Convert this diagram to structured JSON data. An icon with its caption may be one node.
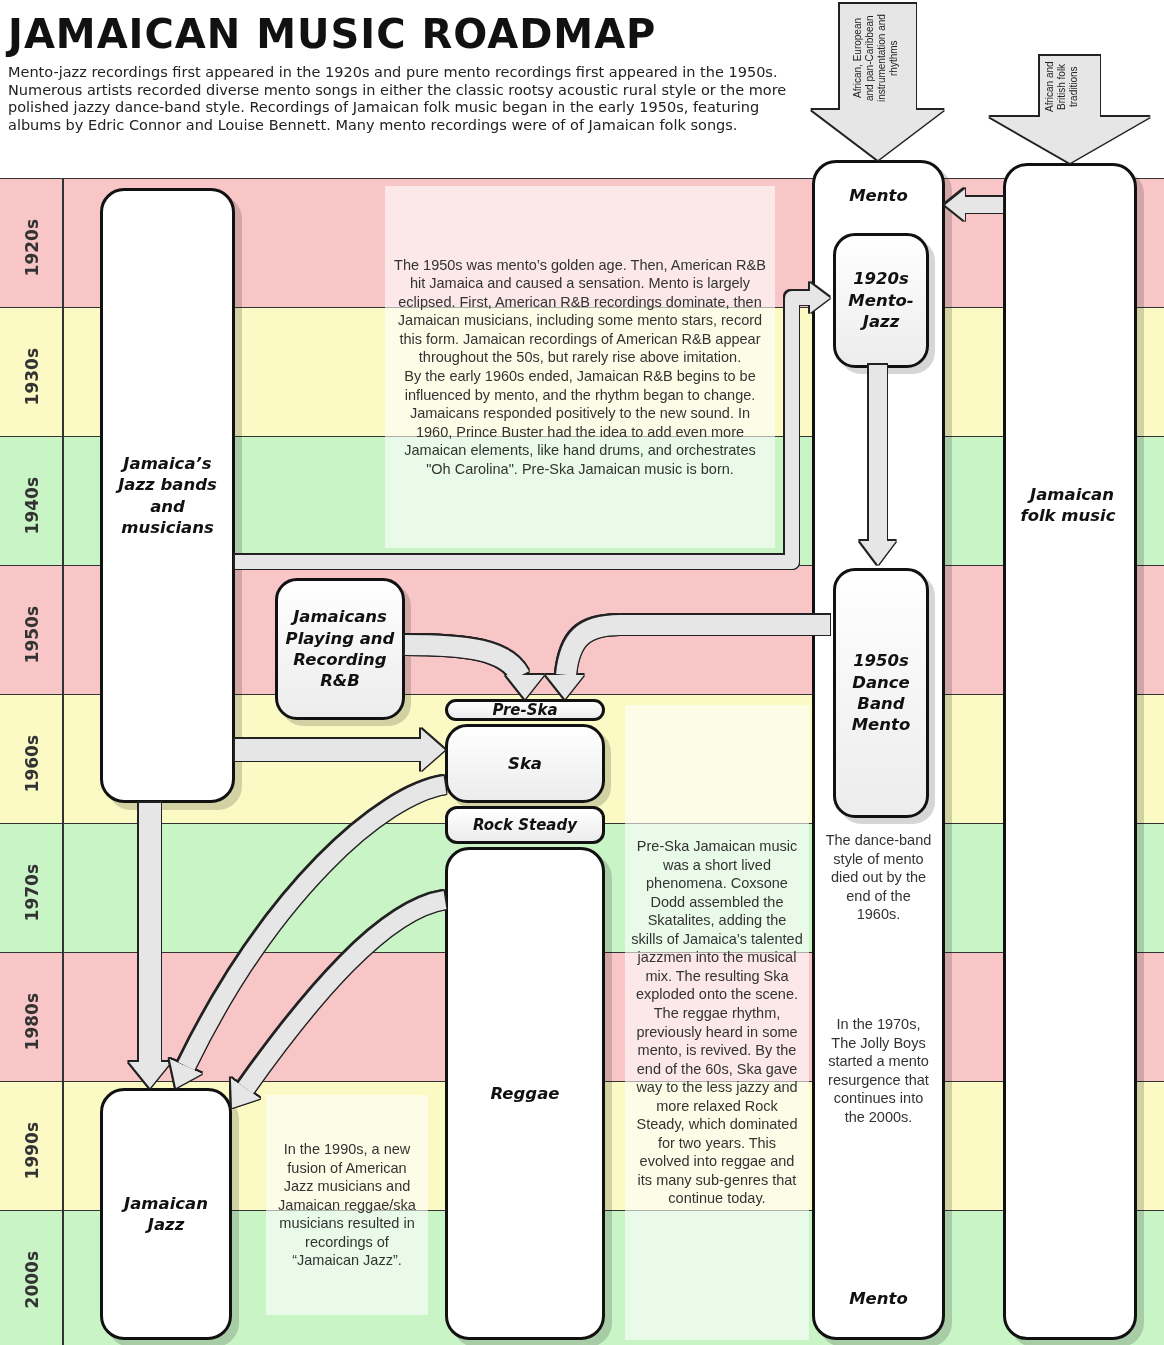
{
  "diagram": {
    "title": "JAMAICAN MUSIC ROADMAP",
    "nodes": [
      {
        "text": [
          "Mento",
          "The dance-band style of mento died out by the end of the 1960s.",
          "In the 1970s, The Jolly Boys started a mento resurgence that continues into the 2000s.",
          "Mento"
        ]
      },
      {
        "text": [
          "1920s Mento-Jazz"
        ],
        "in": 0
      },
      {
        "text": [
          "1950s Dance Band Mento"
        ],
        "in": 0
      },
      {
        "text": [
          "Jamaican folk music"
        ]
      },
      {
        "text": [
          "Jamaica’s Jazz bands and musicians"
        ]
      },
      {
        "text": [
          "The 1950s was mento’s golden age. Then, American R&B hit Jamaica and caused a sensation. Mento is largely eclipsed. First, American R&B recordings dominate, then Jamaican musicians, including some mento stars, record this form. Jamaican recordings of American R&B appear throughout the 50s, but rarely rise above imitation.",
          "By the early 1960s ended, Jamaican R&B begins to be influenced by mento, and the rhythm began to change. Jamaicans responded positively to the new sound. In 1960, Prince Buster had the idea to add even more Jamaican elements, like hand drums, and orchestrates \"Oh Carolina\". Pre-Ska Jamaican music is born."
        ]
      },
      {
        "text": [
          "Jamaicans Playing and Recording R&B"
        ]
      },
      {
        "text": [
          "Pre-Ska"
        ]
      },
      {
        "text": [
          "Ska"
        ]
      },
      {
        "text": [
          "Rock Steady"
        ]
      },
      {
        "text": [
          "Reggae"
        ]
      },
      {
        "text": [
          "Pre-Ska Jamaican music was a short lived phenomena. Coxsone Dodd assembled the Skatalites, adding the skills of Jamaica’s talented jazzmen into the musical mix. The resulting Ska exploded onto the scene. The reggae rhythm, previously heard in some mento, is revived. By the end of the 60s, Ska gave way to the less jazzy and more relaxed Rock Steady, which dominated for two years. This evolved into reggae and its many sub-genres that continue today."
        ]
      },
      {
        "text": [
          "Jamaican Jazz"
        ]
      },
      {
        "text": [
          "In the 1990s, a new fusion of American Jazz musicians and Jamaican reggae/ska musicians resulted in recordings of “Jamaican Jazz”."
        ]
      }
    ],
    "edges": [
      {
        "from": null,
        "to": 0,
        "arrow": "to",
        "label": "African, European and pan-Caribbean instrumentation and rhythms"
      },
      {
        "from": null,
        "to": 3,
        "arrow": "to",
        "label": "African and British folk traditions"
      },
      {
        "from": 3,
        "to": 0,
        "arrow": "to"
      },
      {
        "from": 4,
        "to": 1,
        "arrow": "to"
      },
      {
        "from": 1,
        "to": 2,
        "arrow": "to"
      },
      {
        "from": 6,
        "to": 7,
        "arrow": "to"
      },
      {
        "from": 2,
        "to": 7,
        "arrow": "to"
      },
      {
        "from": 4,
        "to": 8,
        "arrow": "to"
      },
      {
        "from": 4,
        "to": 12,
        "arrow": "to"
      },
      {
        "from": 8,
        "to": 12,
        "arrow": "to"
      },
      {
        "from": 10,
        "to": 12,
        "arrow": "to"
      }
    ],
    "labels": [
      "Mento-jazz recordings first appeared in the 1920s and pure mento recordings first appeared in the 1950s. Numerous artists recorded diverse mento songs in either the classic rootsy acoustic rural style or the more polished jazzy dance-band style. Recordings of Jamaican folk music began in the early 1950s, featuring albums by Edric Connor and Louise Bennett. Many mento recordings were of of Jamaican folk songs.",
      "1920s",
      "1930s",
      "1940s",
      "1950s",
      "1960s",
      "1970s",
      "1980s",
      "1990s",
      "2000s"
    ]
  }
}
